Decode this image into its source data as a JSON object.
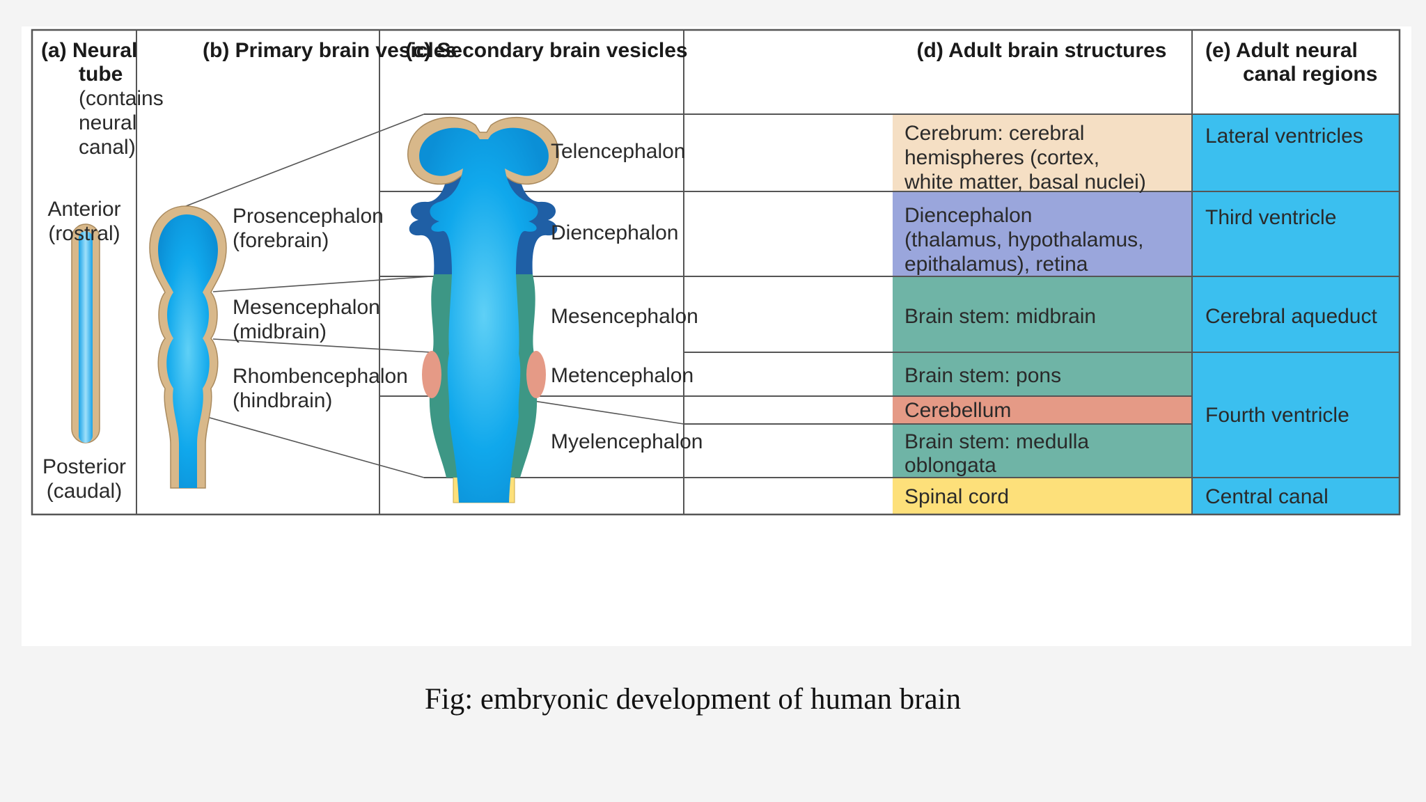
{
  "columns": {
    "a": {
      "header": [
        "(a) Neural",
        "tube"
      ],
      "note": [
        "(contains",
        "neural",
        "canal)"
      ]
    },
    "b": {
      "header": "(b) Primary brain vesicles"
    },
    "c": {
      "header": "(c) Secondary brain vesicles"
    },
    "d": {
      "header": "(d) Adult brain structures"
    },
    "e": {
      "header": [
        "(e) Adult neural",
        "canal regions"
      ]
    }
  },
  "orientation": {
    "anterior": [
      "Anterior",
      "(rostral)"
    ],
    "posterior": [
      "Posterior",
      "(caudal)"
    ]
  },
  "primary_vesicles": [
    {
      "lines": [
        "Prosencephalon",
        "(forebrain)"
      ]
    },
    {
      "lines": [
        "Mesencephalon",
        "(midbrain)"
      ]
    },
    {
      "lines": [
        "Rhombencephalon",
        "(hindbrain)"
      ]
    }
  ],
  "secondary_vesicles": [
    "Telencephalon",
    "Diencephalon",
    "Mesencephalon",
    "Metencephalon",
    "Myelencephalon"
  ],
  "adult_structures": [
    {
      "lines": [
        "Cerebrum: cerebral",
        "hemispheres (cortex,",
        "white matter, basal nuclei)"
      ],
      "color": "#f5dfc4"
    },
    {
      "lines": [
        "Diencephalon",
        "(thalamus, hypothalamus,",
        "epithalamus), retina"
      ],
      "color": "#9aa6dc"
    },
    {
      "lines": [
        "Brain stem: midbrain"
      ],
      "color": "#6fb4a6"
    },
    {
      "lines": [
        "Brain stem: pons"
      ],
      "color": "#6fb4a6"
    },
    {
      "lines": [
        "Cerebellum"
      ],
      "color": "#e59a86"
    },
    {
      "lines": [
        "Brain stem: medulla",
        "oblongata"
      ],
      "color": "#6fb4a6"
    },
    {
      "lines": [
        "Spinal cord"
      ],
      "color": "#fde07a"
    }
  ],
  "canal_regions": [
    "Lateral ventricles",
    "Third ventricle",
    "Cerebral aqueduct",
    "Fourth ventricle",
    "Central canal"
  ],
  "colors": {
    "canal_blue": "#3bbfef",
    "ventricle_fill": "#0aa6ec",
    "tube_wall": "#d8b88a",
    "diencephalon_wall": "#1f5fa5",
    "brainstem_wall": "#3d9785",
    "cerebellum": "#e59a86",
    "spinal_wall": "#fde07a",
    "grid_line": "#555555"
  },
  "caption": "Fig: embryonic development of human brain"
}
